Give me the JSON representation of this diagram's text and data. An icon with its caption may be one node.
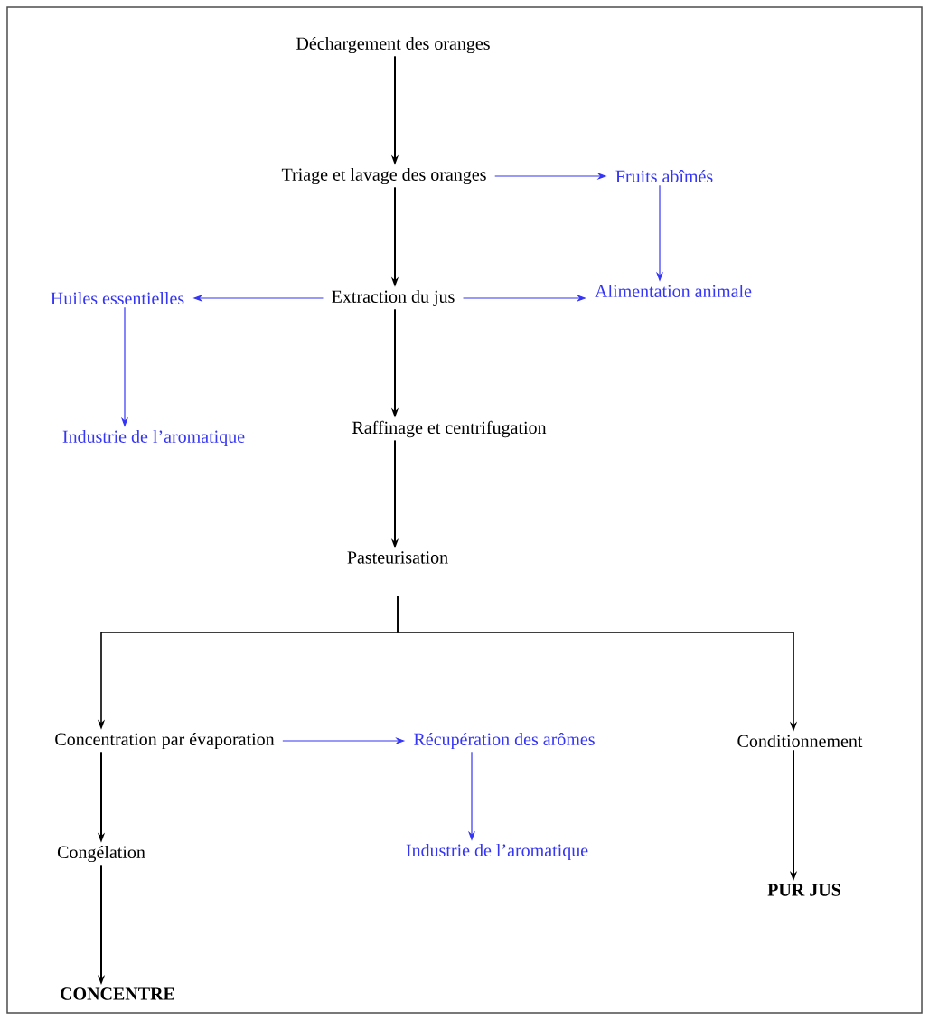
{
  "diagram": {
    "nodes": [
      {
        "text": [
          "Déchargement des oranges"
        ]
      },
      {
        "text": [
          "Triage et lavage des oranges"
        ]
      },
      {
        "text": [
          "Fruits abîmés"
        ]
      },
      {
        "text": [
          "Extraction du jus"
        ]
      },
      {
        "text": [
          "Huiles essentielles"
        ]
      },
      {
        "text": [
          "Alimentation animale"
        ]
      },
      {
        "text": [
          "Industrie de l’aromatique"
        ]
      },
      {
        "text": [
          "Raffinage et centrifugation"
        ]
      },
      {
        "text": [
          "Pasteurisation"
        ]
      },
      {
        "text": [
          "Concentration par évaporation"
        ]
      },
      {
        "text": [
          "Récupération des arômes"
        ]
      },
      {
        "text": [
          "Conditionnement"
        ]
      },
      {
        "text": [
          "Congélation"
        ]
      },
      {
        "text": [
          "Industrie de l’aromatique"
        ]
      },
      {
        "text": [
          "PUR JUS"
        ]
      },
      {
        "text": [
          "CONCENTRE"
        ]
      }
    ],
    "edges": [
      {
        "from": 0,
        "to": 1,
        "arrow": "to"
      },
      {
        "from": 1,
        "to": 2,
        "arrow": "to",
        "color": "#3535f5"
      },
      {
        "from": 1,
        "to": 3,
        "arrow": "to"
      },
      {
        "from": 2,
        "to": 5,
        "arrow": "to",
        "color": "#3535f5"
      },
      {
        "from": 3,
        "to": 4,
        "arrow": "to",
        "color": "#3535f5"
      },
      {
        "from": 3,
        "to": 5,
        "arrow": "to",
        "color": "#3535f5"
      },
      {
        "from": 4,
        "to": 6,
        "arrow": "to",
        "color": "#3535f5"
      },
      {
        "from": 3,
        "to": 7,
        "arrow": "to"
      },
      {
        "from": 7,
        "to": 8,
        "arrow": "to"
      },
      {
        "from": 8,
        "to": 9,
        "arrow": "to"
      },
      {
        "from": 8,
        "to": 11,
        "arrow": "to"
      },
      {
        "from": 9,
        "to": 10,
        "arrow": "to",
        "color": "#3535f5"
      },
      {
        "from": 9,
        "to": 12,
        "arrow": "to"
      },
      {
        "from": 10,
        "to": 13,
        "arrow": "to",
        "color": "#3535f5"
      },
      {
        "from": 11,
        "to": 14,
        "arrow": "to"
      },
      {
        "from": 12,
        "to": 15,
        "arrow": "to"
      }
    ]
  }
}
